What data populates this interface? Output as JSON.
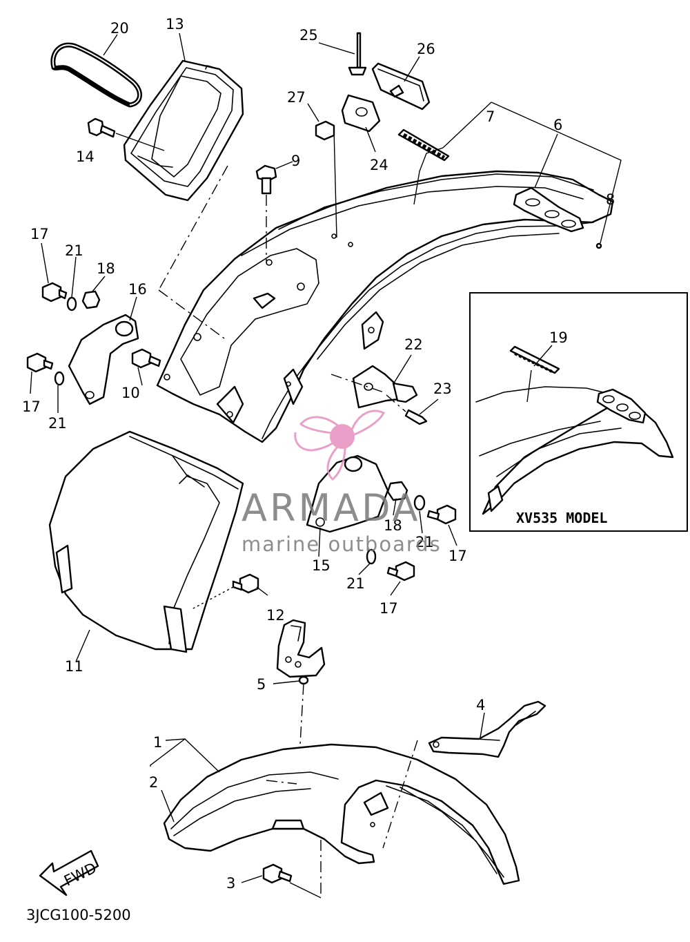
{
  "figure_code": "3JCG100-5200",
  "direction_label": "FWD",
  "inset": {
    "caption": "XV535 MODEL",
    "callout": "19"
  },
  "watermark": {
    "brand": "ARMADA",
    "tagline": "marine outboards",
    "color": "#e68fbf"
  },
  "callouts": {
    "n1": "1",
    "n2": "2",
    "n3": "3",
    "n4": "4",
    "n5": "5",
    "n6": "6",
    "n7": "7",
    "n8": "8",
    "n9": "9",
    "n10": "10",
    "n11": "11",
    "n12": "12",
    "n13": "13",
    "n14": "14",
    "n15": "15",
    "n16": "16",
    "n17a": "17",
    "n17b": "17",
    "n17c": "17",
    "n17d": "17",
    "n18a": "18",
    "n18b": "18",
    "n20": "20",
    "n21a": "21",
    "n21b": "21",
    "n21c": "21",
    "n21d": "21",
    "n22": "22",
    "n23": "23",
    "n24": "24",
    "n25": "25",
    "n26": "26",
    "n27": "27"
  }
}
